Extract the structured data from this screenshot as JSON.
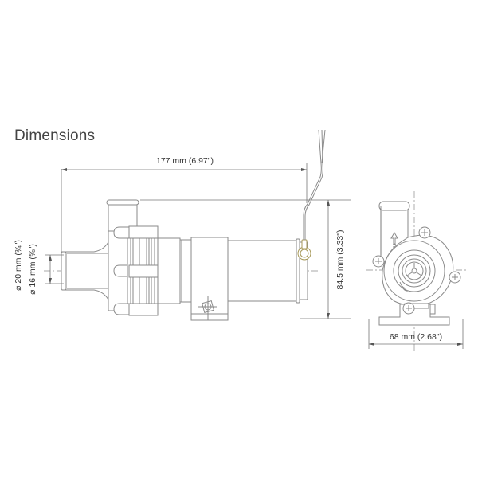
{
  "title": "Dimensions",
  "dimensions": {
    "length": "177 mm (6.97\")",
    "height": "84.5 mm (3.33\")",
    "width": "68 mm (2.68\")",
    "outer_diameter": "⌀ 20 mm (¾\")",
    "inner_diameter": "⌀ 16 mm (⅝\")"
  },
  "views": {
    "side": "side-view",
    "front": "front-view"
  },
  "colors": {
    "line": "#8a8a8a",
    "text": "#333333",
    "accent": "#a89a5a"
  }
}
